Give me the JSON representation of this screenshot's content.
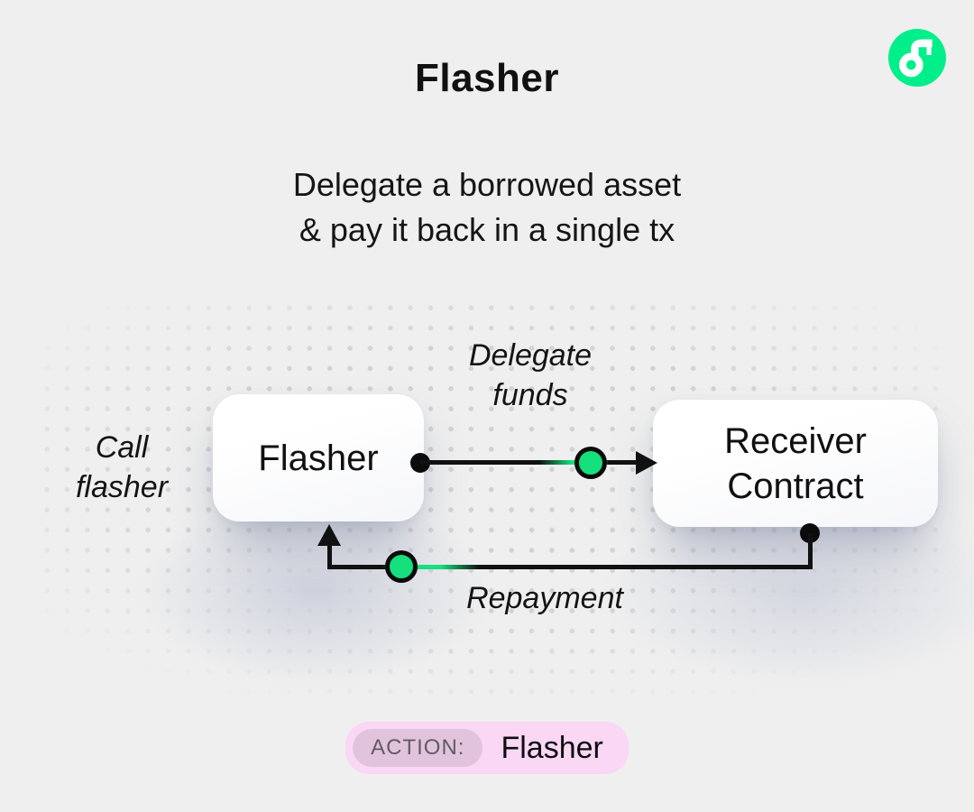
{
  "header": {
    "title": "Flasher",
    "subtitle_line1": "Delegate a borrowed asset",
    "subtitle_line2": "& pay it back in a single tx"
  },
  "logo": {
    "name": "flow-logo",
    "bg_color": "#00ef8b"
  },
  "diagram": {
    "left_label_line1": "Call",
    "left_label_line2": "flasher",
    "flasher_node": {
      "label": "Flasher"
    },
    "receiver_node": {
      "label_line1": "Receiver",
      "label_line2": "Contract"
    },
    "delegate_edge": {
      "label_line1": "Delegate",
      "label_line2": "funds"
    },
    "repayment_edge": {
      "label": "Repayment"
    },
    "accent_green": "#15e07d",
    "line_color": "#111111"
  },
  "footer": {
    "action_label": "ACTION:",
    "action_value": "Flasher",
    "badge_bg": "#fad7f5",
    "label_pill_bg": "#e2c3dc"
  }
}
